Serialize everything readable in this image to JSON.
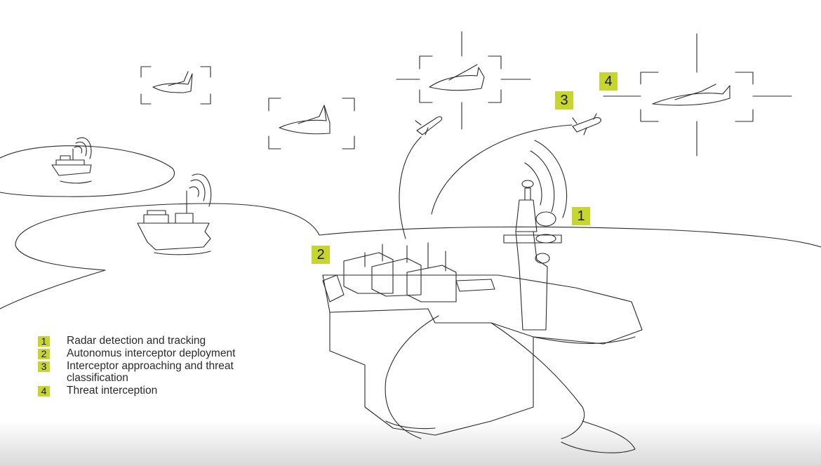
{
  "badges": {
    "radar": "1",
    "deployment": "2",
    "approach": "3",
    "interception": "4"
  },
  "legend": [
    {
      "num": "1",
      "text": "Radar detection and tracking"
    },
    {
      "num": "2",
      "text": "Autonomus interceptor deployment"
    },
    {
      "num": "3",
      "text": "Interceptor approaching and threat classification"
    },
    {
      "num": "4",
      "text": "Threat interception"
    }
  ],
  "colors": {
    "accent": "#c6d62e",
    "line": "#2a2a2a"
  }
}
